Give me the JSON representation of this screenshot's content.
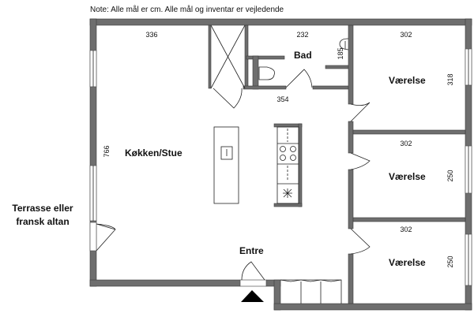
{
  "note": "Note: Alle mål er cm. Alle mål og inventar er vejledende",
  "rooms": {
    "kitchen_living": "Køkken/Stue",
    "bath": "Bad",
    "bedroom_1": "Værelse",
    "bedroom_2": "Værelse",
    "bedroom_3": "Værelse",
    "entrance": "Entre"
  },
  "terrace": {
    "line1": "Terrasse eller",
    "line2": "fransk altan"
  },
  "dimensions": {
    "kitchen_width": "336",
    "kitchen_depth": "766",
    "bath_width": "232",
    "bath_depth": "185",
    "hall_width": "354",
    "bedroom_1_width": "302",
    "bedroom_1_depth": "318",
    "bedroom_2_width": "302",
    "bedroom_2_depth": "250",
    "bedroom_3_width": "302",
    "bedroom_3_depth": "250"
  }
}
